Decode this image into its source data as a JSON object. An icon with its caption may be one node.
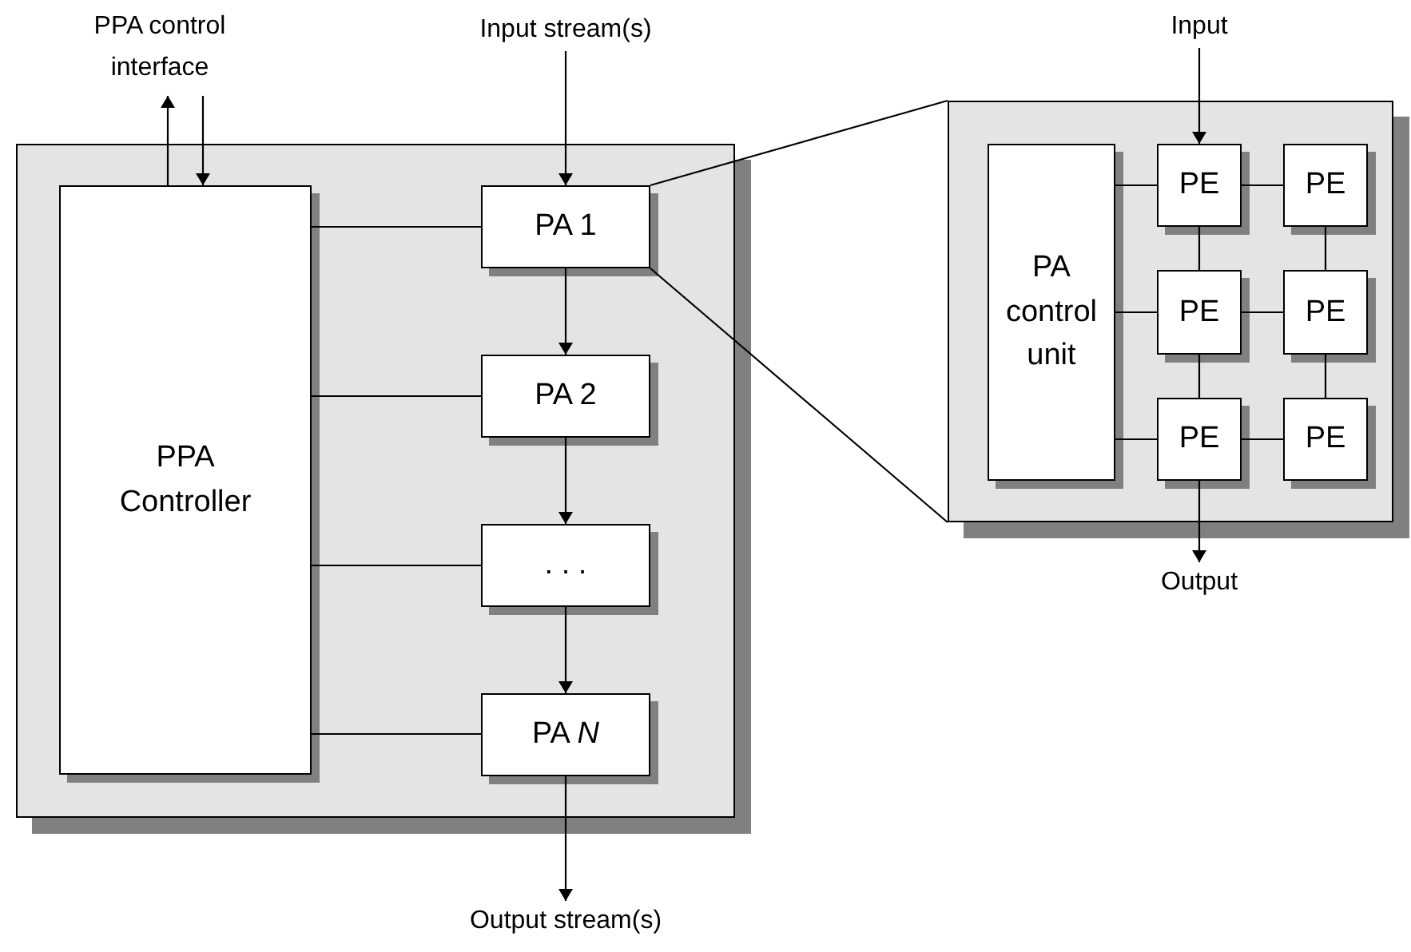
{
  "diagram": {
    "nodes": [
      {
        "text": [
          "PPA control interface"
        ]
      },
      {
        "text": [
          "Input stream(s)"
        ]
      },
      {
        "text": [],
        "shape": "box"
      },
      {
        "text": [
          "PPA Controller"
        ],
        "in": 2
      },
      {
        "text": [
          "PA 1"
        ],
        "in": 2
      },
      {
        "text": [
          "PA 2"
        ],
        "in": 2
      },
      {
        "text": [
          ". . ."
        ],
        "in": 2
      },
      {
        "text": [
          "PA *N*"
        ],
        "in": 2
      },
      {
        "text": [
          "Output stream(s)"
        ]
      },
      {
        "text": [],
        "shape": "box"
      },
      {
        "text": [
          "PA control unit"
        ],
        "in": 9
      },
      {
        "text": [
          "PE"
        ],
        "in": 9
      },
      {
        "text": [
          "PE"
        ],
        "in": 9
      },
      {
        "text": [
          "PE"
        ],
        "in": 9
      },
      {
        "text": [
          "PE"
        ],
        "in": 9
      },
      {
        "text": [
          "PE"
        ],
        "in": 9
      },
      {
        "text": [
          "PE"
        ],
        "in": 9
      },
      {
        "text": [
          "Input"
        ]
      },
      {
        "text": [
          "Output"
        ]
      }
    ],
    "edges": [
      {
        "from": 3,
        "to": 0,
        "arrow": "to"
      },
      {
        "from": 0,
        "to": 3,
        "arrow": "to"
      },
      {
        "from": 1,
        "to": 4,
        "arrow": "to"
      },
      {
        "from": 4,
        "to": 5,
        "arrow": "to"
      },
      {
        "from": 5,
        "to": 6,
        "arrow": "to"
      },
      {
        "from": 6,
        "to": 7,
        "arrow": "to"
      },
      {
        "from": 7,
        "to": 8,
        "arrow": "to"
      },
      {
        "from": 3,
        "to": 4,
        "arrow": "none"
      },
      {
        "from": 3,
        "to": 5,
        "arrow": "none"
      },
      {
        "from": 3,
        "to": 6,
        "arrow": "none"
      },
      {
        "from": 3,
        "to": 7,
        "arrow": "none"
      },
      {
        "from": 4,
        "to": 9,
        "arrow": "none"
      },
      {
        "from": 4,
        "to": 9,
        "arrow": "none"
      },
      {
        "from": 17,
        "to": 11,
        "arrow": "to"
      },
      {
        "from": 10,
        "to": 11,
        "arrow": "none"
      },
      {
        "from": 10,
        "to": 13,
        "arrow": "none"
      },
      {
        "from": 10,
        "to": 15,
        "arrow": "none"
      },
      {
        "from": 11,
        "to": 12,
        "arrow": "none"
      },
      {
        "from": 13,
        "to": 14,
        "arrow": "none"
      },
      {
        "from": 15,
        "to": 16,
        "arrow": "none"
      },
      {
        "from": 11,
        "to": 13,
        "arrow": "none"
      },
      {
        "from": 13,
        "to": 15,
        "arrow": "none"
      },
      {
        "from": 12,
        "to": 14,
        "arrow": "none"
      },
      {
        "from": 14,
        "to": 16,
        "arrow": "none"
      },
      {
        "from": 15,
        "to": 18,
        "arrow": "to"
      }
    ]
  }
}
